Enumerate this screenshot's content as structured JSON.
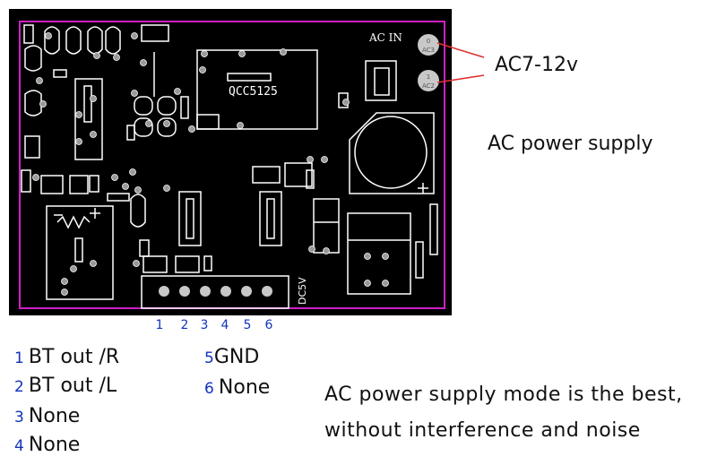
{
  "board": {
    "chip_label": "QCC5125",
    "input_label": "AC IN",
    "terminal_1": {
      "num": "0",
      "name": "AC3"
    },
    "terminal_2": {
      "num": "1",
      "name": "AC2"
    },
    "connector_label": "DC5V",
    "colors": {
      "background": "#000000",
      "outline": "#d020c8",
      "silk": "#ffffff",
      "pad": "#c8c8c8",
      "pointer": "#e03030"
    }
  },
  "callouts": {
    "voltage": "AC7-12v",
    "supply": "AC power supply"
  },
  "pins": [
    "1",
    "2",
    "3",
    "4",
    "5",
    "6"
  ],
  "legend": [
    {
      "num": "1",
      "text": "BT out /R"
    },
    {
      "num": "2",
      "text": "BT out /L"
    },
    {
      "num": "3",
      "text": "None"
    },
    {
      "num": "4",
      "text": "None"
    },
    {
      "num": "5",
      "text": "GND"
    },
    {
      "num": "6",
      "text": "None"
    }
  ],
  "note": {
    "line1": "AC power supply mode is the best,",
    "line2": "without interference and noise"
  }
}
